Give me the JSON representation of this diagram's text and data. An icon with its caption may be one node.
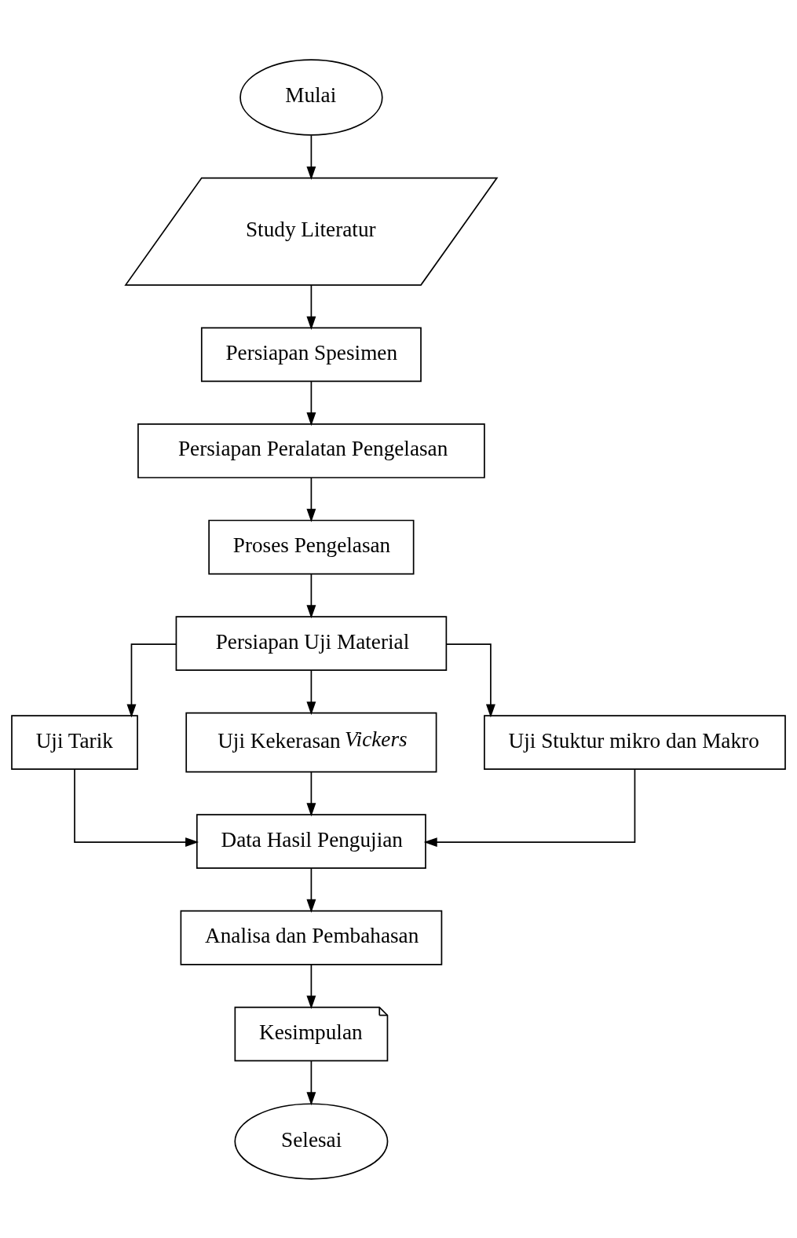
{
  "diagram": {
    "nodes": [
      {
        "text": [
          "Mulai"
        ]
      },
      {
        "text": [
          "Study Literatur"
        ]
      },
      {
        "text": [
          "Persiapan Spesimen"
        ]
      },
      {
        "text": [
          "Persiapan Peralatan Pengelasan"
        ]
      },
      {
        "text": [
          "Proses Pengelasan"
        ]
      },
      {
        "text": [
          "Persiapan Uji Material"
        ]
      },
      {
        "text": [
          "Uji Tarik"
        ]
      },
      {
        "text": [
          "Uji Kekerasan *Vickers*"
        ]
      },
      {
        "text": [
          "Uji Stuktur mikro dan Makro"
        ]
      },
      {
        "text": [
          "Data Hasil Pengujian"
        ]
      },
      {
        "text": [
          "Analisa dan Pembahasan"
        ]
      },
      {
        "text": [
          "Kesimpulan"
        ]
      },
      {
        "text": [
          "Selesai"
        ]
      }
    ],
    "edges": [
      {
        "from": 0,
        "to": 1,
        "arrow": "to"
      },
      {
        "from": 1,
        "to": 2,
        "arrow": "to"
      },
      {
        "from": 2,
        "to": 3,
        "arrow": "to"
      },
      {
        "from": 3,
        "to": 4,
        "arrow": "to"
      },
      {
        "from": 4,
        "to": 5,
        "arrow": "to"
      },
      {
        "from": 5,
        "to": 6,
        "arrow": "to"
      },
      {
        "from": 5,
        "to": 7,
        "arrow": "to"
      },
      {
        "from": 5,
        "to": 8,
        "arrow": "to"
      },
      {
        "from": 6,
        "to": 9,
        "arrow": "to"
      },
      {
        "from": 7,
        "to": 9,
        "arrow": "to"
      },
      {
        "from": 8,
        "to": 9,
        "arrow": "to"
      },
      {
        "from": 9,
        "to": 10,
        "arrow": "to"
      },
      {
        "from": 10,
        "to": 11,
        "arrow": "to"
      },
      {
        "from": 11,
        "to": 12,
        "arrow": "to"
      }
    ]
  }
}
